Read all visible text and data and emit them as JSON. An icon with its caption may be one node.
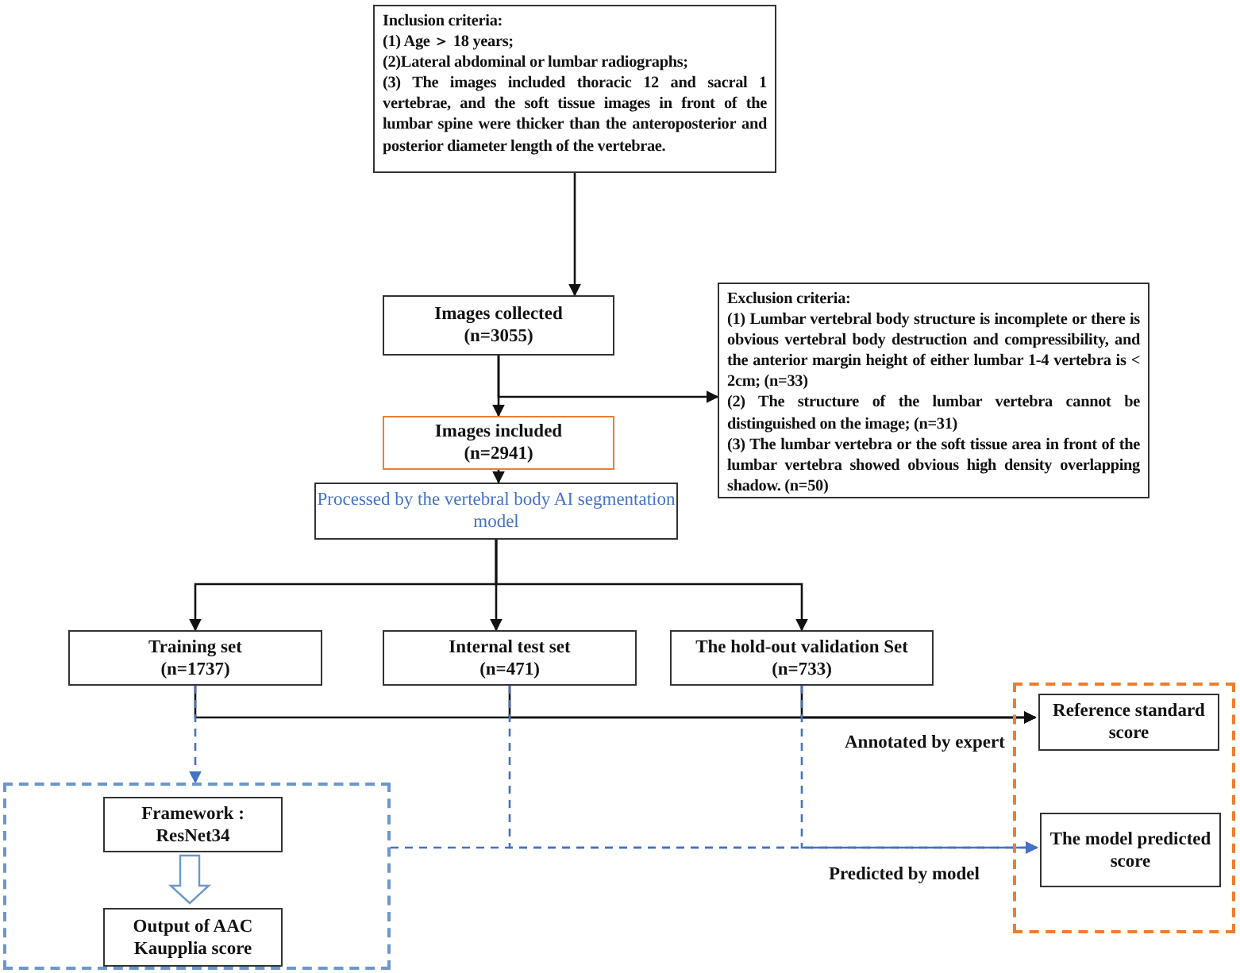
{
  "diagram": {
    "nodes": [
      {
        "text": [
          "Inclusion criteria:",
          "(1) Age ＞ 18 years;",
          "(2)Lateral abdominal or lumbar radiographs;",
          "(3) The images included thoracic 12 and sacral 1 vertebrae, and the soft tissue images in front of the lumbar spine were thicker than the anteroposterior and posterior diameter length of the vertebrae."
        ]
      },
      {
        "text": [
          "Images collected",
          "(n=3055)"
        ]
      },
      {
        "text": [
          "Exclusion criteria:",
          "(1) Lumbar vertebral body structure is incomplete or there is obvious vertebral body destruction and compressibility, and the anterior margin height of either lumbar 1-4 vertebra is < 2cm; (n=33)",
          "(2) The structure of the lumbar vertebra cannot be distinguished on the image; (n=31)",
          "(3) The lumbar vertebra or the soft tissue area in front of the lumbar vertebra showed obvious high density overlapping shadow. (n=50)"
        ]
      },
      {
        "text": [
          "Images included",
          "(n=2941)"
        ]
      },
      {
        "text": [
          "Processed by the vertebral body AI segmentation model"
        ]
      },
      {
        "text": [
          "Training set",
          "(n=1737)"
        ]
      },
      {
        "text": [
          "Internal test set",
          "(n=471)"
        ]
      },
      {
        "text": [
          "The hold-out validation Set (n=733)"
        ]
      },
      {
        "text": [],
        "shape": "box"
      },
      {
        "text": [
          "Framework : ResNet34"
        ],
        "in": 8
      },
      {
        "text": [
          "Output of AAC Kaupplia score"
        ],
        "in": 8
      },
      {
        "text": [],
        "shape": "box"
      },
      {
        "text": [
          "Reference standard score"
        ],
        "in": 11
      },
      {
        "text": [
          "The model predicted score"
        ],
        "in": 11
      }
    ],
    "edges": [
      {
        "from": 0,
        "to": 1,
        "arrow": "to"
      },
      {
        "from": 1,
        "to": 3,
        "arrow": "to"
      },
      {
        "from": 1,
        "to": 2,
        "arrow": "to"
      },
      {
        "from": 3,
        "to": 4,
        "arrow": "to"
      },
      {
        "from": 4,
        "to": 5,
        "arrow": "to"
      },
      {
        "from": 4,
        "to": 6,
        "arrow": "to"
      },
      {
        "from": 4,
        "to": 7,
        "arrow": "to"
      },
      {
        "from": 5,
        "to": 12,
        "arrow": "to",
        "label": "Annotated by expert"
      },
      {
        "from": 6,
        "to": 12,
        "arrow": "to"
      },
      {
        "from": 7,
        "to": 12,
        "arrow": "to"
      },
      {
        "from": 5,
        "to": 8,
        "arrow": "to",
        "style": "dashed",
        "color": "#4472c4"
      },
      {
        "from": 8,
        "to": 13,
        "arrow": "to",
        "style": "dashed",
        "color": "#4472c4",
        "label": "Predicted by model"
      },
      {
        "from": 6,
        "to": 13,
        "arrow": "to",
        "style": "dashed",
        "color": "#4472c4"
      },
      {
        "from": 7,
        "to": 13,
        "arrow": "to",
        "style": "dashed",
        "color": "#4472c4"
      },
      {
        "from": 9,
        "to": 10,
        "arrow": "to",
        "style": "thick"
      }
    ]
  }
}
